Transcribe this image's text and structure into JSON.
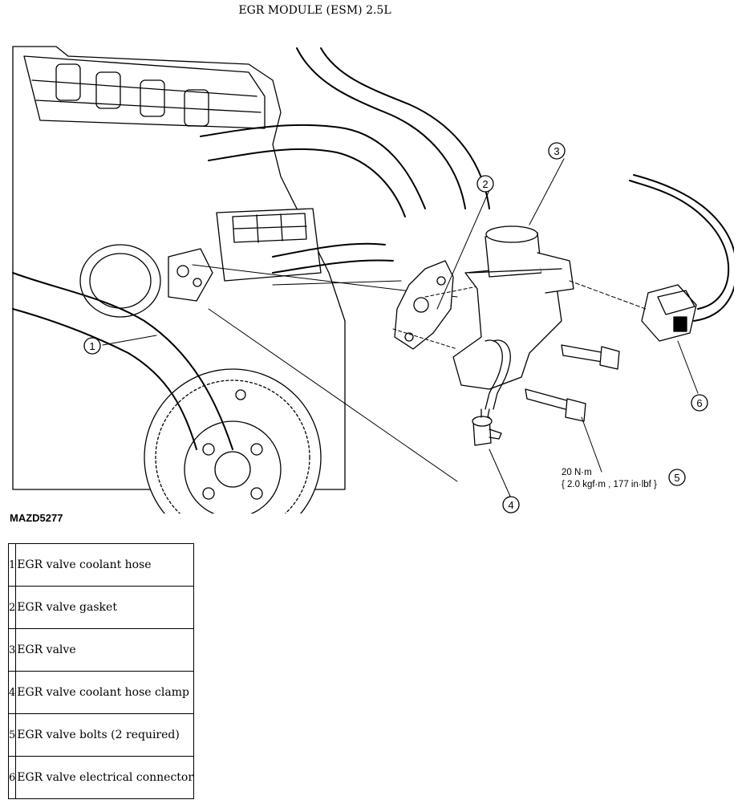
{
  "title": "EGR MODULE (ESM) 2.5L",
  "figure_id": "MAZD5277",
  "callouts": [
    "1",
    "2",
    "3",
    "4",
    "5",
    "6"
  ],
  "torque": {
    "line1": "20 N·m",
    "line2": "{ 2.0 kgf·m , 177 in·lbf }"
  },
  "legend": [
    {
      "num": "1",
      "text": "EGR valve coolant hose"
    },
    {
      "num": "2",
      "text": "EGR valve gasket"
    },
    {
      "num": "3",
      "text": "EGR valve"
    },
    {
      "num": "4",
      "text": "EGR valve coolant hose clamp"
    },
    {
      "num": "5",
      "text": "EGR valve bolts (2 required)"
    },
    {
      "num": "6",
      "text": "EGR valve electrical connector"
    }
  ]
}
